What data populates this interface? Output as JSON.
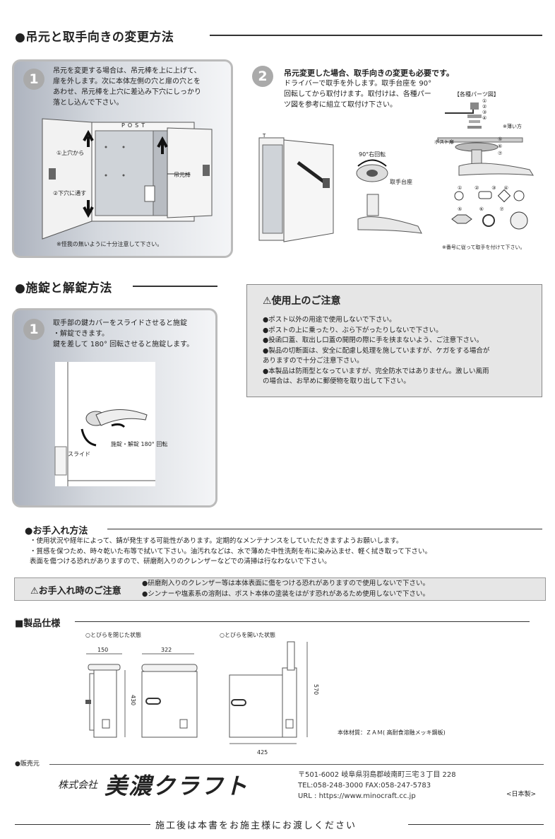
{
  "section1": {
    "title": "●吊元と取手向きの変更方法",
    "step1": {
      "num": "1",
      "lines": [
        "吊元を変更する場合は、吊元棒を上に上げて、",
        "扉を外します。次に本体左側の穴と扉の穴とを",
        "あわせ、吊元棒を上穴に差込み下穴にしっかり",
        "落とし込んで下さい。"
      ],
      "post": "POST",
      "label_top": "①上穴から",
      "label_bottom": "②下穴に通す",
      "label_rod": "吊元棒",
      "note": "※怪我の無いように十分注意して下さい。"
    },
    "step2": {
      "num": "2",
      "heading": "吊元変更した場合、取手向きの変更も必要です。",
      "lines": [
        "ドライバーで取手を外します。取手台座を 90°",
        "回転してから取付けます。取付けは、各種パー",
        "ツ図を参考に組立て取付け下さい。"
      ],
      "parts_title": "【各種パーツ図】",
      "rotate_label": "90°右回転",
      "base_label": "取手台座",
      "door_label": "ポスト扉",
      "thin_label": "※薄い方",
      "t_label": "T",
      "part_nums": [
        "①",
        "②",
        "③",
        "④",
        "⑤",
        "⑥",
        "⑦"
      ],
      "note": "※番号に従って取手を付けて下さい。"
    }
  },
  "section2": {
    "title": "●施錠と解錠方法",
    "step1": {
      "num": "1",
      "lines": [
        "取手部の鍵カバーをスライドさせると施錠",
        "・解錠できます。",
        "鍵を差して 180° 回転させると施錠します。"
      ],
      "slide_label": "スライド",
      "lock_label": "施錠・解錠  180° 回転"
    }
  },
  "caution": {
    "title": "使用上のご注意",
    "items": [
      "●ポスト以外の用途で使用しないで下さい。",
      "●ポストの上に乗ったり、ぶら下がったりしないで下さい。",
      "●投函口蓋、取出し口蓋の開閉の際に手を挟まないよう、ご注意下さい。",
      "●製品の切断面は、安全に配慮し処理を施していますが、ケガをする場合が",
      "  ありますので十分ご注意下さい。",
      "●本製品は防雨型となっていますが、完全防水ではありません。激しい風雨",
      "  の場合は、お早めに郵便物を取り出して下さい。"
    ]
  },
  "care": {
    "title": "●お手入れ方法",
    "lines": [
      "・使用状況や経年によって、錆が発生する可能性があります。定期的なメンテナンスをしていただきますようお願いします。",
      "・質感を保つため、時々乾いた布等で拭いて下さい。油汚れなどは、水で薄めた中性洗剤を布に染み込ませ、軽く拭き取って下さい。",
      "  表面を傷つける恐れがありますので、研磨剤入りのクレンザーなどでの清掃は行なわないで下さい。"
    ],
    "box_title": "お手入れ時のご注意",
    "box_lines": [
      "●研磨剤入りのクレンザー等は本体表面に傷をつける恐れがありますので使用しないで下さい。",
      "●シンナーや塩素系の溶剤は、ポスト本体の塗装をはがす恐れがあるため使用しないで下さい。"
    ]
  },
  "spec": {
    "title": "■製品仕様",
    "closed_label": "○とびらを閉じた状態",
    "open_label": "○とびらを開いた状態",
    "dims": {
      "depth": "150",
      "width": "322",
      "height": "430",
      "open_height": "570",
      "open_width": "425"
    },
    "material": "本体材質：ＺＡＭ( 高耐食溶融メッキ鋼板)"
  },
  "seller": {
    "label": "●販売元",
    "company_prefix": "株式会社",
    "company_name": "美濃クラフト",
    "address": "〒501-6002  岐阜県羽島郡岐南町三宅３丁目 228",
    "tel": "TEL:058-248-3000  FAX:058-247-5783",
    "url": "URL : https://www.minocraft.cc.jp",
    "made_in": "<日本製>"
  },
  "footer": "施工後は本書をお施主様にお渡しください"
}
